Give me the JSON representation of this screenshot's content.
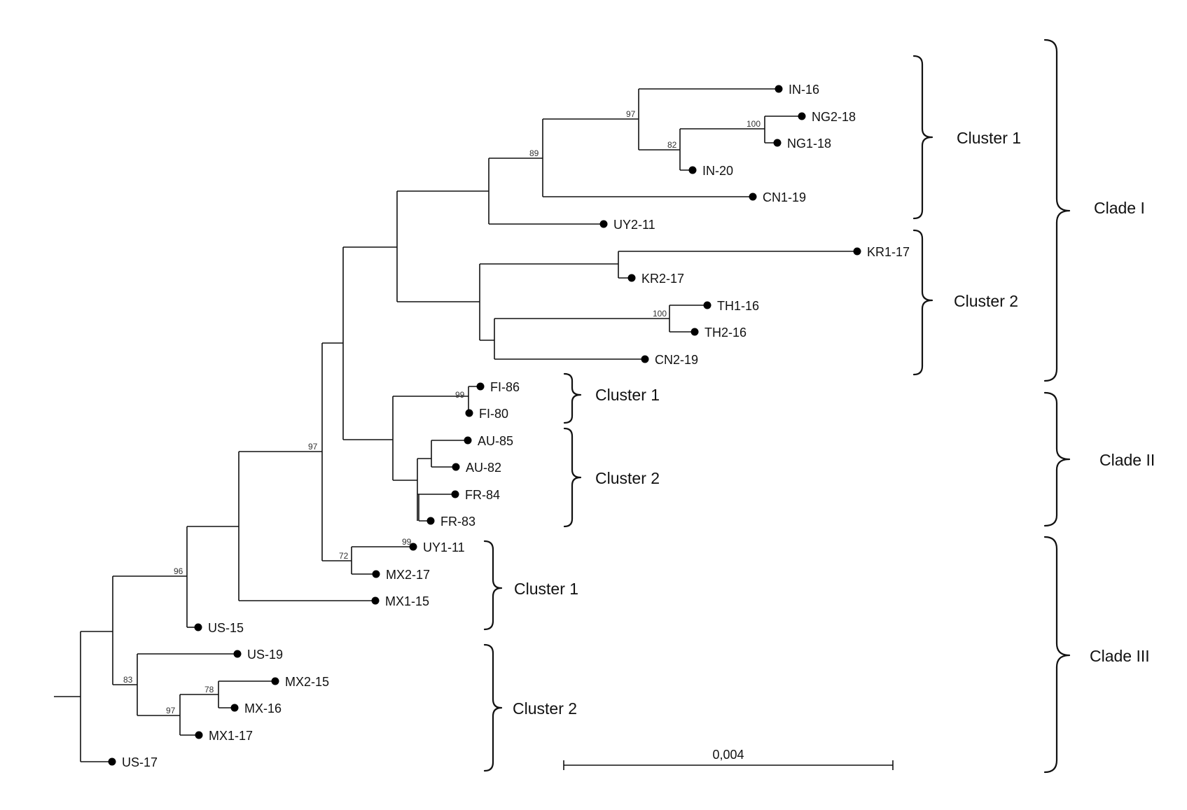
{
  "tree": {
    "leaves": [
      {
        "id": "IN-16",
        "label": "IN-16"
      },
      {
        "id": "NG2-18",
        "label": "NG2-18"
      },
      {
        "id": "NG1-18",
        "label": "NG1-18"
      },
      {
        "id": "IN-20",
        "label": "IN-20"
      },
      {
        "id": "CN1-19",
        "label": "CN1-19"
      },
      {
        "id": "UY2-11",
        "label": "UY2-11"
      },
      {
        "id": "KR1-17",
        "label": "KR1-17"
      },
      {
        "id": "KR2-17",
        "label": "KR2-17"
      },
      {
        "id": "TH1-16",
        "label": "TH1-16"
      },
      {
        "id": "TH2-16",
        "label": "TH2-16"
      },
      {
        "id": "CN2-19",
        "label": "CN2-19"
      },
      {
        "id": "FI-86",
        "label": "FI-86"
      },
      {
        "id": "FI-80",
        "label": "FI-80"
      },
      {
        "id": "AU-85",
        "label": "AU-85"
      },
      {
        "id": "AU-82",
        "label": "AU-82"
      },
      {
        "id": "FR-84",
        "label": "FR-84"
      },
      {
        "id": "FR-83",
        "label": "FR-83"
      },
      {
        "id": "UY1-11",
        "label": "UY1-11"
      },
      {
        "id": "MX2-17",
        "label": "MX2-17"
      },
      {
        "id": "MX1-15",
        "label": "MX1-15"
      },
      {
        "id": "US-15",
        "label": "US-15"
      },
      {
        "id": "US-19",
        "label": "US-19"
      },
      {
        "id": "MX2-15",
        "label": "MX2-15"
      },
      {
        "id": "MX-16",
        "label": "MX-16"
      },
      {
        "id": "MX1-17",
        "label": "MX1-17"
      },
      {
        "id": "US-17",
        "label": "US-17"
      }
    ],
    "bootstrap_values": [
      "97",
      "100",
      "82",
      "89",
      "100",
      "99",
      "97",
      "99",
      "72",
      "96",
      "83",
      "78",
      "97"
    ]
  },
  "groups": {
    "clade_1": "Clade I",
    "clade_2": "Clade II",
    "clade_3": "Clade III",
    "clade_1_cluster_1": "Cluster 1",
    "clade_1_cluster_2": "Cluster 2",
    "clade_2_cluster_1": "Cluster 1",
    "clade_2_cluster_2": "Cluster 2",
    "clade_3_cluster_1": "Cluster 1",
    "clade_3_cluster_2": "Cluster 2"
  },
  "scale_bar": {
    "label": "0,004"
  }
}
